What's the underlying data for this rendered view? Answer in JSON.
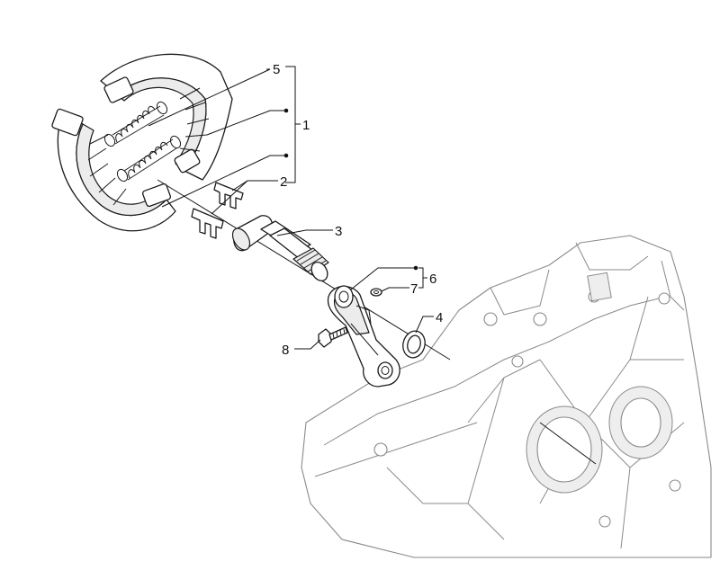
{
  "callouts": {
    "c1": "1",
    "c2": "2",
    "c3": "3",
    "c4": "4",
    "c5": "5",
    "c6": "6",
    "c7": "7",
    "c8": "8"
  },
  "colors": {
    "line": "#1a1a1a",
    "casing": "#8a8a8a",
    "background": "#ffffff"
  }
}
